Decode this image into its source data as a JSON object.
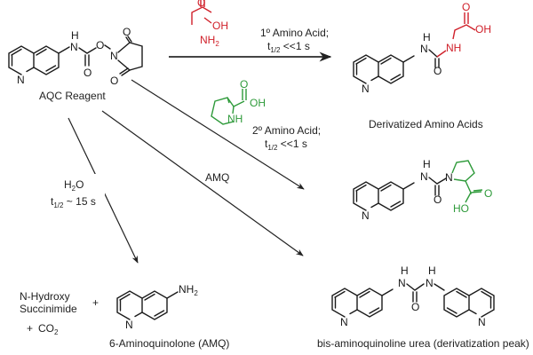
{
  "colors": {
    "primary_amino_acid": "#d0202a",
    "secondary_amino_acid": "#2e9a3a",
    "ink": "#1a1a1a"
  },
  "reagent": {
    "name": "AQC Reagent",
    "atoms": {
      "nh_h": "H",
      "nh_n": "N",
      "ester_o": "O",
      "carbonyl_o": "O",
      "succ_n": "N",
      "succ_o1": "O",
      "succ_o2": "O",
      "ring_n": "N"
    }
  },
  "reactions": {
    "primary": {
      "line1": "1º Amino Acid;",
      "t": "t",
      "sub": "1/2",
      "rest": " <<1 s",
      "reagent_atoms": {
        "o": "O",
        "oh": "OH",
        "nh": "NH",
        "nh_sub": "2"
      }
    },
    "secondary": {
      "line1": "2º Amino Acid;",
      "t": "t",
      "sub": "1/2",
      "rest": " <<1 s",
      "reagent_atoms": {
        "o": "O",
        "oh": "OH",
        "nh": "NH"
      }
    },
    "amq": {
      "label": "AMQ"
    },
    "hydrolysis": {
      "reagent": "H",
      "reagent_sub": "2",
      "reagent_rest": "O",
      "t": "t",
      "sub": "1/2",
      "rest": " ~ 15 s"
    }
  },
  "products": {
    "derivatized_label": "Derivatized Amino Acids",
    "glycine_product_atoms": {
      "h": "H",
      "n": "N",
      "o": "O",
      "nh": "NH",
      "oh": "OH",
      "o2": "O",
      "ring_n": "N"
    },
    "proline_product_atoms": {
      "h": "H",
      "n": "N",
      "o": "O",
      "pro_n": "N",
      "o2": "O",
      "ho": "HO",
      "ring_n": "N"
    },
    "amq_name": "6-Aminoquinolone (AMQ)",
    "amq_atoms": {
      "nh": "NH",
      "nh_sub": "2",
      "ring_n": "N"
    },
    "nhs_line1": "N-Hydroxy",
    "nhs_line2": "Succinimide",
    "plus": "+",
    "plus2": "+",
    "co2": "CO",
    "co2_sub": "2",
    "urea_name": "bis-aminoquinoline urea (derivatization peak)",
    "urea_atoms": {
      "h1": "H",
      "n1": "N",
      "h2": "H",
      "n2": "N",
      "o": "O",
      "ring_n1": "N",
      "ring_n2": "N"
    }
  }
}
